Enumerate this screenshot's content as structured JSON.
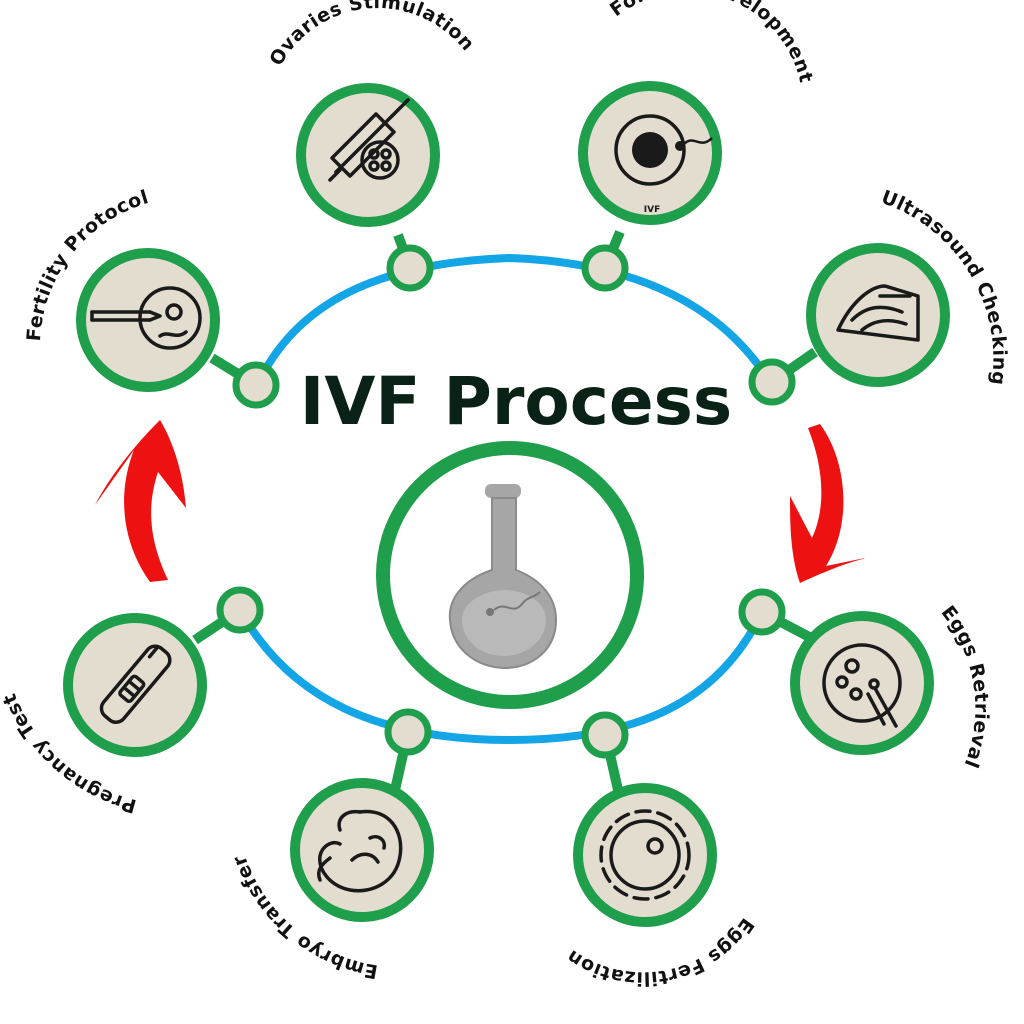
{
  "title": "IVF Process",
  "colors": {
    "ring_green": "#1f9e4c",
    "node_fill": "#e3ddd0",
    "orbit_blue": "#14a5e6",
    "arrow_red": "#ee1111",
    "title_dark": "#0a2216",
    "flask_gray": "#a6a6a6"
  },
  "center_icon": "flask-with-sperm-icon",
  "steps": [
    {
      "label": "Ovaries Stimulation",
      "icon": "syringe-egg-icon"
    },
    {
      "label": "Follicle Development",
      "icon": "egg-sperm-icon",
      "icon_caption": "IVF"
    },
    {
      "label": "Ultrasound Checking",
      "icon": "ultrasound-icon"
    },
    {
      "label": "Eggs Retrieval",
      "icon": "petri-dish-icon"
    },
    {
      "label": "Eggs Fertilization",
      "icon": "fertilized-egg-icon"
    },
    {
      "label": "Embryo Transfer",
      "icon": "embryo-icon"
    },
    {
      "label": "Pregnancy Test",
      "icon": "pregnancy-test-icon"
    },
    {
      "label": "Fertility Protocol",
      "icon": "pipette-egg-icon"
    }
  ]
}
